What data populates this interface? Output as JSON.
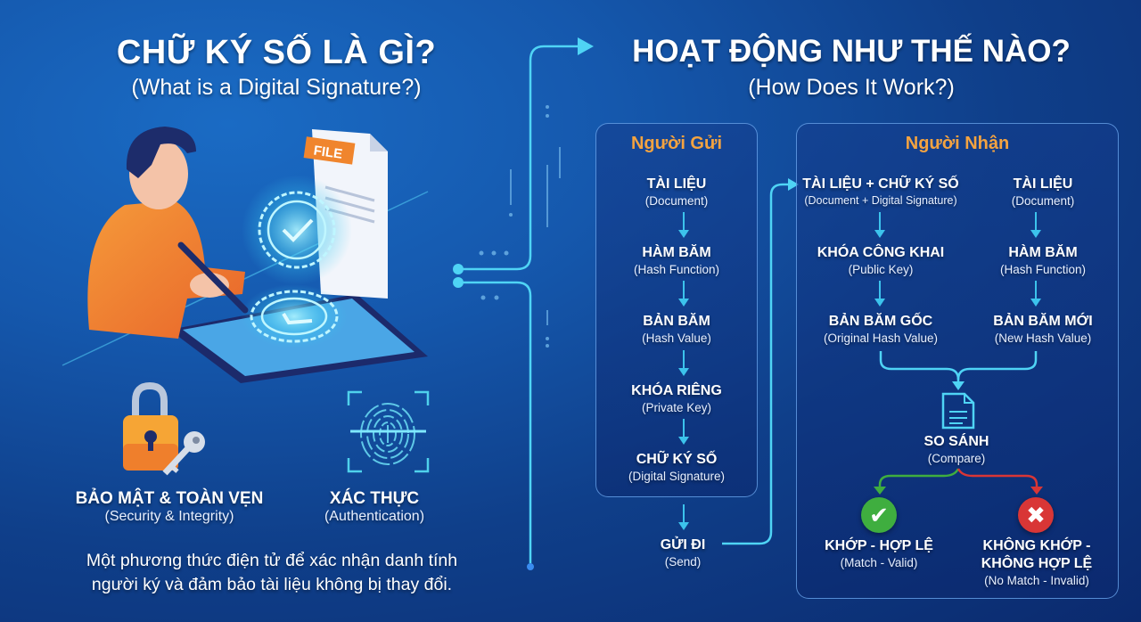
{
  "left": {
    "title": "CHỮ KÝ SỐ LÀ GÌ?",
    "subtitle": "(What is a Digital Signature?)",
    "illustration": {
      "file_tag": "FILE"
    },
    "features": [
      {
        "title": "BẢO MẬT & TOÀN VẸN",
        "subtitle": "(Security & Integrity)",
        "icon": "lock-key-icon"
      },
      {
        "title": "XÁC THỰC",
        "subtitle": "(Authentication)",
        "icon": "fingerprint-icon"
      }
    ],
    "description_line1": "Một phương thức điện tử để xác nhận danh tính",
    "description_line2": "người ký và đảm bảo tài liệu không bị thay đổi."
  },
  "right": {
    "title": "HOẠT ĐỘNG NHƯ THẾ NÀO?",
    "subtitle": "(How Does It Work?)",
    "sender": {
      "heading": "Người Gửi",
      "steps": [
        {
          "title": "TÀI LIỆU",
          "subtitle": "(Document)"
        },
        {
          "title": "HÀM BĂM",
          "subtitle": "(Hash Function)"
        },
        {
          "title": "BẢN BĂM",
          "subtitle": "(Hash Value)"
        },
        {
          "title": "KHÓA RIÊNG",
          "subtitle": "(Private Key)"
        },
        {
          "title": "CHỮ KÝ SỐ",
          "subtitle": "(Digital Signature)"
        }
      ],
      "send": {
        "title": "GỬI ĐI",
        "subtitle": "(Send)"
      }
    },
    "receiver": {
      "heading": "Người Nhận",
      "left_branch": [
        {
          "title": "TÀI LIỆU + CHỮ KÝ SỐ",
          "subtitle": "(Document + Digital Signature)"
        },
        {
          "title": "KHÓA CÔNG KHAI",
          "subtitle": "(Public Key)"
        },
        {
          "title": "BẢN BĂM GỐC",
          "subtitle": "(Original Hash Value)"
        }
      ],
      "right_branch": [
        {
          "title": "TÀI LIỆU",
          "subtitle": "(Document)"
        },
        {
          "title": "HÀM BĂM",
          "subtitle": "(Hash Function)"
        },
        {
          "title": "BẢN BĂM MỚI",
          "subtitle": "(New Hash Value)"
        }
      ],
      "compare": {
        "title": "SO SÁNH",
        "subtitle": "(Compare)"
      },
      "results": [
        {
          "title": "KHỚP - HỢP LỆ",
          "subtitle": "(Match - Valid)",
          "icon": "✔",
          "color": "#3fae3f"
        },
        {
          "title_line1": "KHÔNG KHỚP -",
          "title_line2": "KHÔNG HỢP LỆ",
          "subtitle": "(No Match - Invalid)",
          "icon": "✖",
          "color": "#d93636"
        }
      ]
    }
  },
  "colors": {
    "accent_cyan": "#3cc3ec",
    "heading_orange": "#f4a340",
    "valid_green": "#3fae3f",
    "invalid_red": "#d93636"
  }
}
